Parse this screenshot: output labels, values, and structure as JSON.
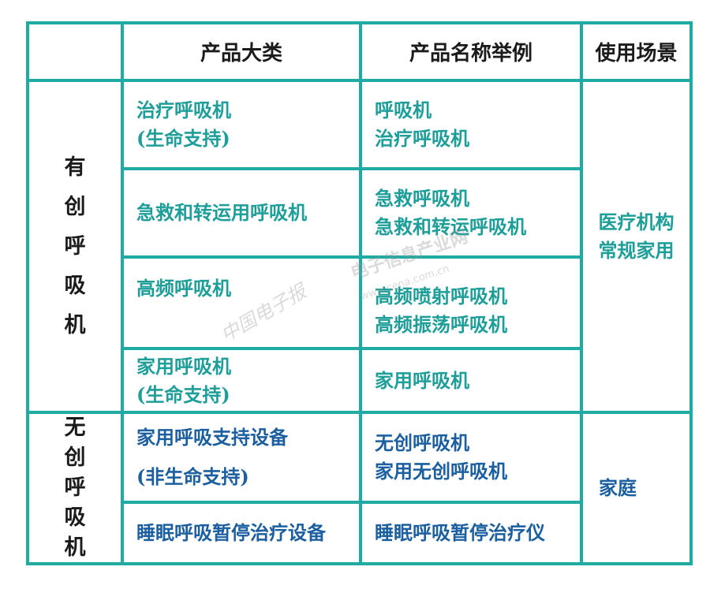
{
  "table": {
    "headers": [
      "",
      "产品大类",
      "产品名称举例",
      "使用场景"
    ],
    "groups": [
      {
        "label": "有创呼吸机",
        "label_chars": [
          "有",
          "创",
          "呼",
          "吸",
          "机"
        ],
        "scenario": [
          "医疗机构",
          "常规家用"
        ],
        "rows": [
          {
            "category": [
              "治疗呼吸机",
              "(生命支持)"
            ],
            "examples": [
              "呼吸机",
              "治疗呼吸机"
            ]
          },
          {
            "category": [
              "急救和转运用呼吸机"
            ],
            "examples": [
              "急救呼吸机",
              "急救和转运呼吸机"
            ]
          },
          {
            "category": [
              "高频呼吸机"
            ],
            "examples": [
              "高频喷射呼吸机",
              "高频振荡呼吸机"
            ]
          },
          {
            "category": [
              "家用呼吸机",
              "(生命支持)"
            ],
            "examples": [
              "家用呼吸机"
            ]
          }
        ]
      },
      {
        "label": "无创呼吸机",
        "label_chars": [
          "无",
          "创",
          "呼",
          "吸",
          "机"
        ],
        "scenario": [
          "家庭"
        ],
        "rows": [
          {
            "category": [
              "家用呼吸支持设备",
              "(非生命支持)"
            ],
            "examples": [
              "无创呼吸机",
              "家用无创呼吸机"
            ]
          },
          {
            "category": [
              "睡眠呼吸暂停治疗设备"
            ],
            "examples": [
              "睡眠呼吸暂停治疗仪"
            ]
          }
        ]
      }
    ]
  },
  "watermarks": {
    "site_cn": "电子信息产业网",
    "site_url": "www.cena.com.cn",
    "paper": "中国电子报"
  },
  "colors": {
    "grid": "#20aaa4",
    "invasive_text": "#1e9e98",
    "noninvasive_text": "#1c5fa0",
    "header_text": "#1b1b1b"
  }
}
